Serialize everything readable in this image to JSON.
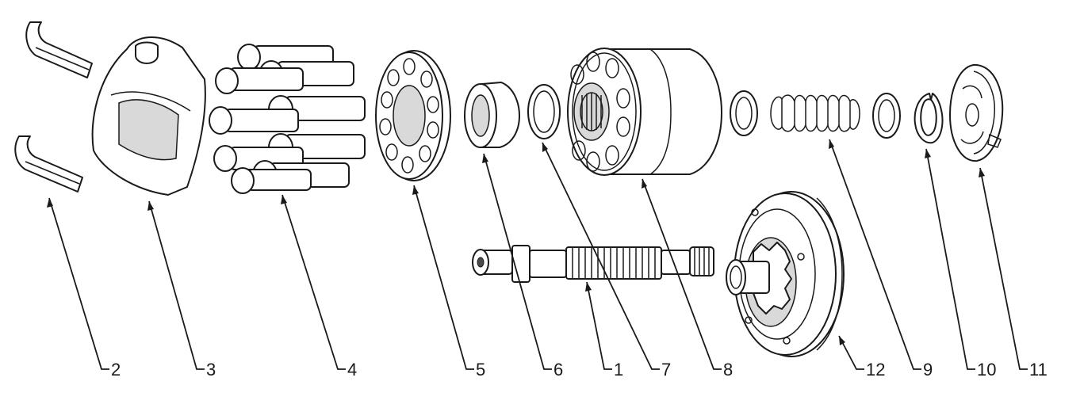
{
  "callouts": {
    "c1": "1",
    "c2": "2",
    "c3": "3",
    "c4": "4",
    "c5": "5",
    "c6": "6",
    "c7": "7",
    "c8": "8",
    "c9": "9",
    "c10": "10",
    "c11": "11",
    "c12": "12"
  },
  "colors": {
    "line": "#1a1a1a",
    "background": "#ffffff",
    "shade": "#d9d9d9"
  }
}
